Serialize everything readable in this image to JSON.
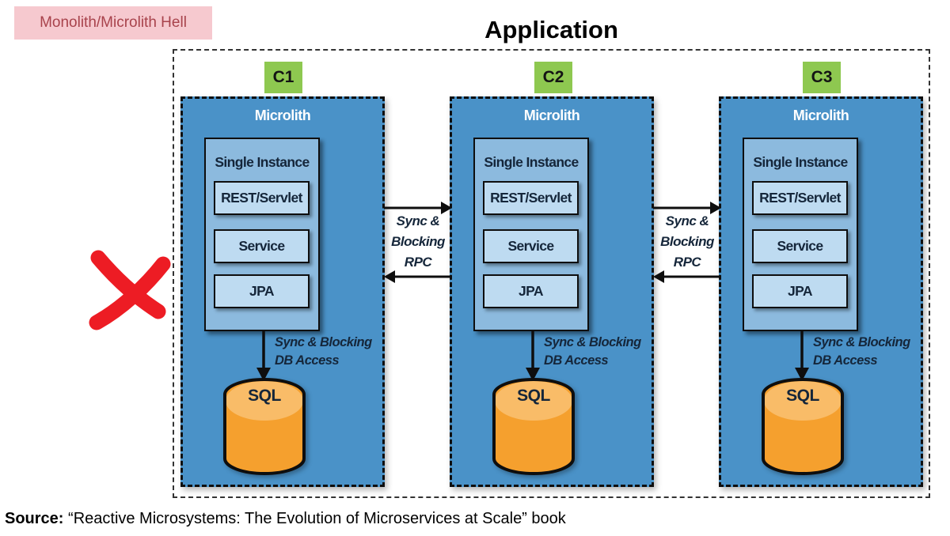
{
  "palette": {
    "microlith_blue": "#4a92c8",
    "instance_blue": "#8cbade",
    "component_blue": "#bedbf1",
    "container_green": "#8ec850",
    "db_orange": "#f5a02e",
    "db_orange_light": "#f9bc68",
    "badge_pink_bg": "#f6c9cf",
    "badge_pink_text": "#a8434c",
    "cross_red": "#ed1c24",
    "diagram_text": "#15263a"
  },
  "badge": {
    "label": "Monolith/Microlith Hell"
  },
  "application": {
    "title": "Application"
  },
  "containers": [
    {
      "label": "C1",
      "microlith": {
        "title": "Microlith",
        "instance": {
          "title": "Single Instance",
          "components": [
            "REST/Servlet",
            "Service",
            "JPA"
          ]
        },
        "db_access": {
          "lines": [
            "Sync & Blocking",
            "DB Access"
          ]
        },
        "database": {
          "label": "SQL"
        }
      }
    },
    {
      "label": "C2",
      "microlith": {
        "title": "Microlith",
        "instance": {
          "title": "Single Instance",
          "components": [
            "REST/Servlet",
            "Service",
            "JPA"
          ]
        },
        "db_access": {
          "lines": [
            "Sync & Blocking",
            "DB Access"
          ]
        },
        "database": {
          "label": "SQL"
        }
      }
    },
    {
      "label": "C3",
      "microlith": {
        "title": "Microlith",
        "instance": {
          "title": "Single Instance",
          "components": [
            "REST/Servlet",
            "Service",
            "JPA"
          ]
        },
        "db_access": {
          "lines": [
            "Sync & Blocking",
            "DB Access"
          ]
        },
        "database": {
          "label": "SQL"
        }
      }
    }
  ],
  "rpc_links": [
    {
      "lines": [
        "Sync &",
        "Blocking",
        "RPC"
      ]
    },
    {
      "lines": [
        "Sync &",
        "Blocking",
        "RPC"
      ]
    }
  ],
  "icons": {
    "rejected_mark": "red-cross-icon"
  },
  "source": {
    "prefix": "Source:",
    "text": "“Reactive Microsystems: The Evolution of Microservices at Scale” book"
  }
}
